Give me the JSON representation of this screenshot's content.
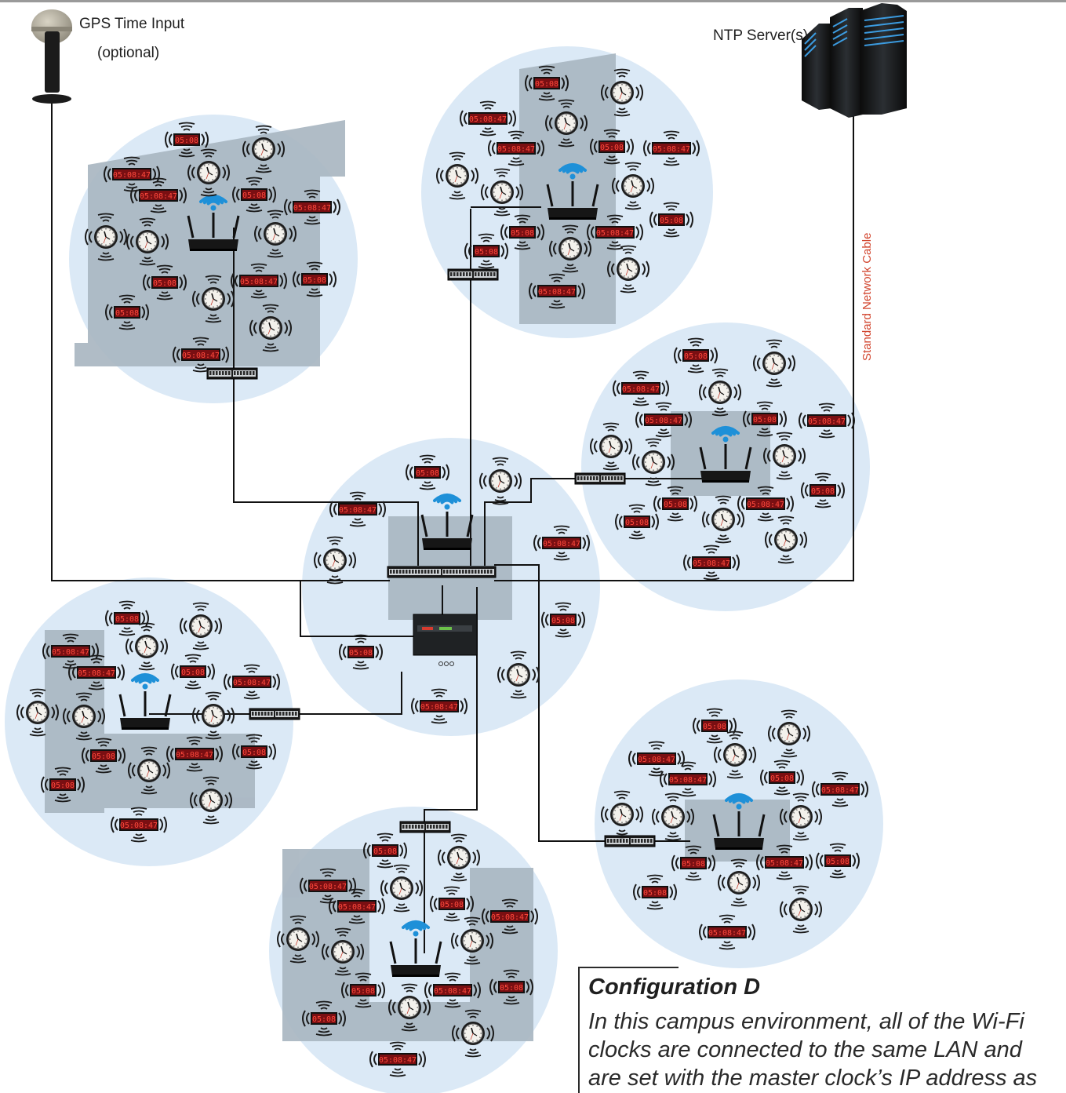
{
  "labels": {
    "gps_title": "GPS Time Input",
    "gps_sub": "(optional)",
    "ntp": "NTP Server(s)",
    "cable": "Standard Network Cable"
  },
  "caption": {
    "title": "Configuration D",
    "lines": [
      "In this campus environment, all of the Wi-Fi",
      "clocks are connected to the same LAN and",
      "are set with the master clock’s IP address as"
    ]
  },
  "display_times": {
    "short": "05:08",
    "long": "05:08:47"
  },
  "colors": {
    "zone_circle": "#dbe9f6",
    "building": "#a9b6c1",
    "display_red": "#7a0f12",
    "display_text": "#ff4a3d",
    "wifi": "#1e90d8",
    "cable_label": "#d2462f",
    "line": "#111111"
  },
  "icons": [
    "gps-antenna-icon",
    "ntp-server-icon",
    "router-icon",
    "wifi-icon",
    "network-switch-icon",
    "master-clock-icon",
    "analog-clock-icon",
    "digital-display-icon"
  ]
}
